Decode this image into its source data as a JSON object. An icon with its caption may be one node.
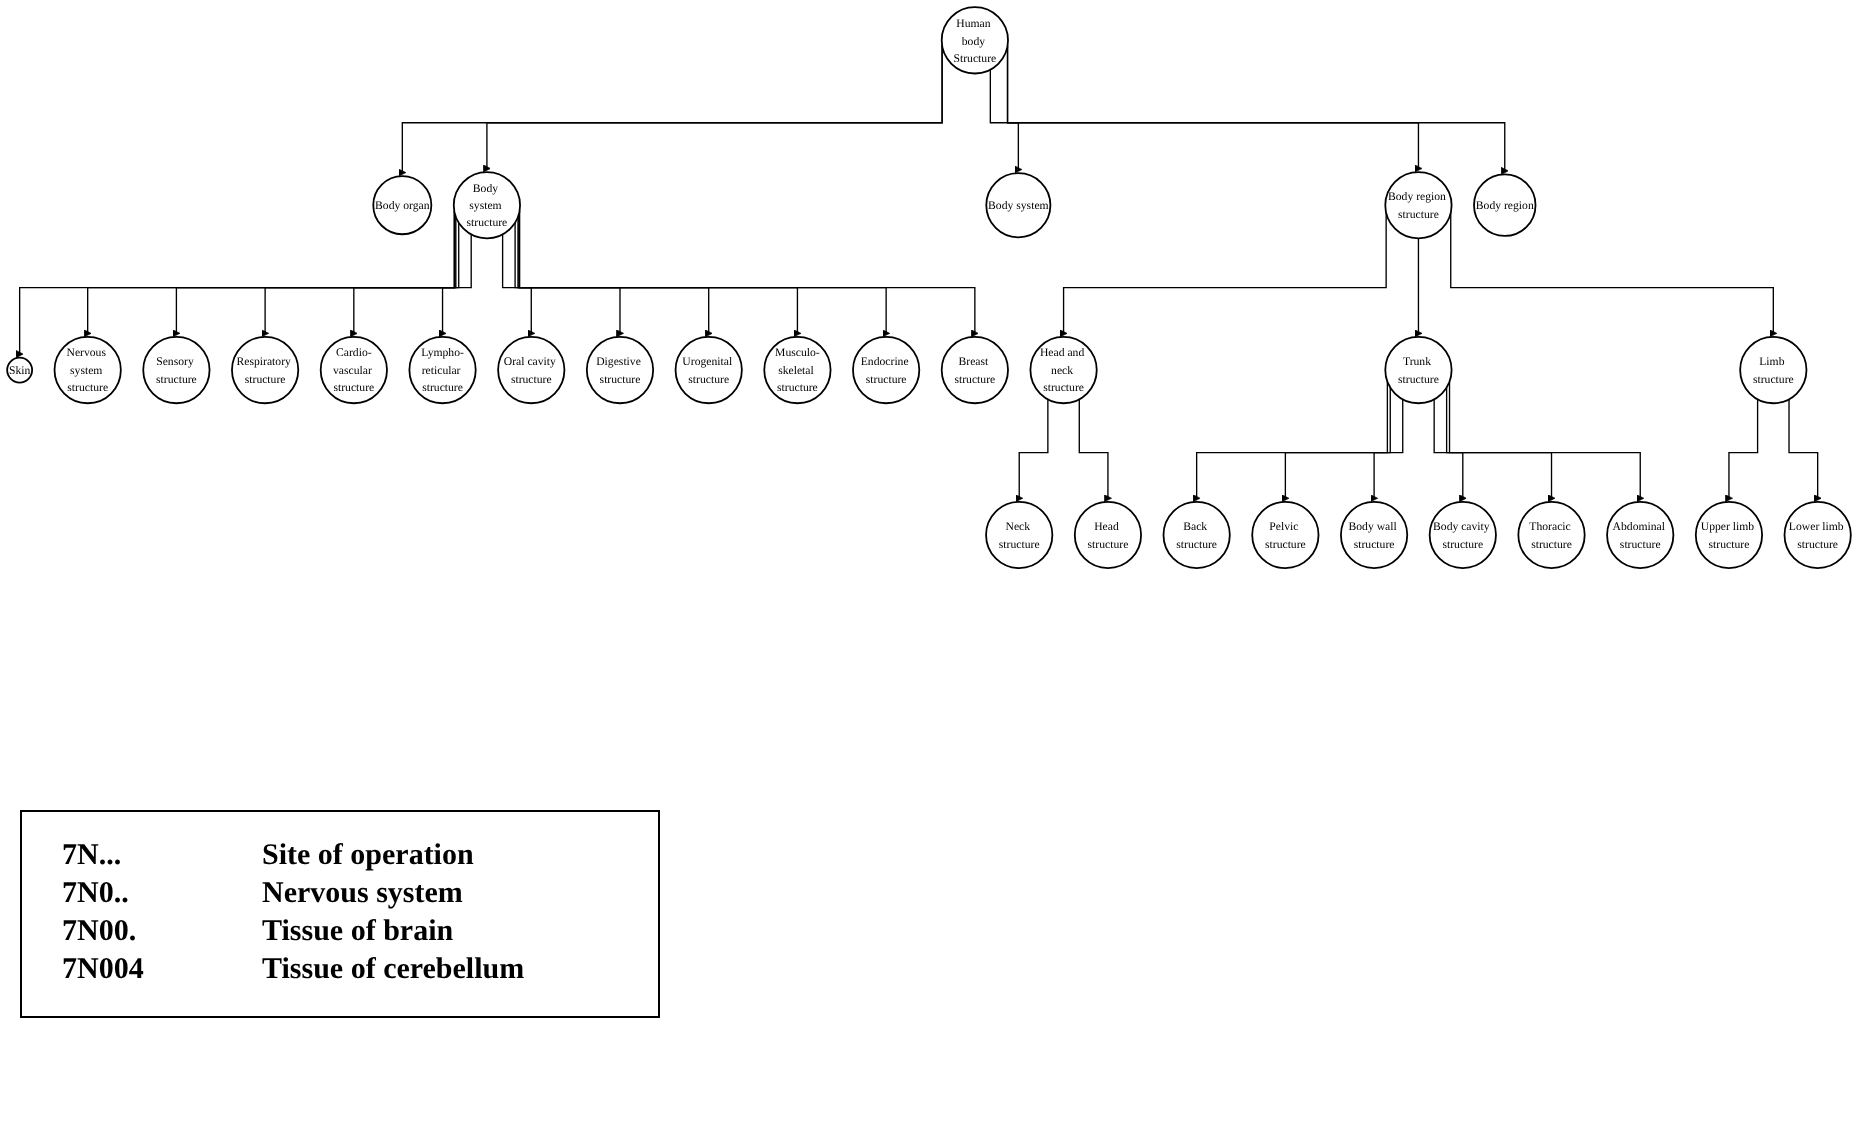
{
  "diagram": {
    "nodes": [
      {
        "text": [
          "Human body Structure"
        ]
      },
      {
        "text": [
          "Body organ"
        ]
      },
      {
        "text": [
          "Body system structure"
        ]
      },
      {
        "text": [
          "Body system"
        ]
      },
      {
        "text": [
          "Body region structure"
        ]
      },
      {
        "text": [
          "Body region"
        ]
      },
      {
        "text": [
          "Skin"
        ]
      },
      {
        "text": [
          "Nervous system structure"
        ]
      },
      {
        "text": [
          "Sensory structure"
        ]
      },
      {
        "text": [
          "Respiratory structure"
        ]
      },
      {
        "text": [
          "Cardio-vascular structure"
        ]
      },
      {
        "text": [
          "Lympho-reticular structure"
        ]
      },
      {
        "text": [
          "Oral cavity structure"
        ]
      },
      {
        "text": [
          "Digestive structure"
        ]
      },
      {
        "text": [
          "Urogenital structure"
        ]
      },
      {
        "text": [
          "Musculo-skeletal structure"
        ]
      },
      {
        "text": [
          "Endocrine structure"
        ]
      },
      {
        "text": [
          "Breast structure"
        ]
      },
      {
        "text": [
          "Head and neck structure"
        ]
      },
      {
        "text": [
          "Trunk structure"
        ]
      },
      {
        "text": [
          "Limb structure"
        ]
      },
      {
        "text": [
          "Neck structure"
        ]
      },
      {
        "text": [
          "Head structure"
        ]
      },
      {
        "text": [
          "Back structure"
        ]
      },
      {
        "text": [
          "Pelvic structure"
        ]
      },
      {
        "text": [
          "Body wall structure"
        ]
      },
      {
        "text": [
          "Body cavity structure"
        ]
      },
      {
        "text": [
          "Thoracic structure"
        ]
      },
      {
        "text": [
          "Abdominal structure"
        ]
      },
      {
        "text": [
          "Upper limb structure"
        ]
      },
      {
        "text": [
          "Lower limb structure"
        ]
      }
    ],
    "edges": [
      {
        "from": 0,
        "to": 1,
        "arrow": "to"
      },
      {
        "from": 0,
        "to": 2,
        "arrow": "to"
      },
      {
        "from": 0,
        "to": 3,
        "arrow": "to"
      },
      {
        "from": 0,
        "to": 4,
        "arrow": "to"
      },
      {
        "from": 0,
        "to": 5,
        "arrow": "to"
      },
      {
        "from": 2,
        "to": 6,
        "arrow": "to"
      },
      {
        "from": 2,
        "to": 7,
        "arrow": "to"
      },
      {
        "from": 2,
        "to": 8,
        "arrow": "to"
      },
      {
        "from": 2,
        "to": 9,
        "arrow": "to"
      },
      {
        "from": 2,
        "to": 10,
        "arrow": "to"
      },
      {
        "from": 2,
        "to": 11,
        "arrow": "to"
      },
      {
        "from": 2,
        "to": 12,
        "arrow": "to"
      },
      {
        "from": 2,
        "to": 13,
        "arrow": "to"
      },
      {
        "from": 2,
        "to": 14,
        "arrow": "to"
      },
      {
        "from": 2,
        "to": 15,
        "arrow": "to"
      },
      {
        "from": 2,
        "to": 16,
        "arrow": "to"
      },
      {
        "from": 2,
        "to": 17,
        "arrow": "to"
      },
      {
        "from": 4,
        "to": 18,
        "arrow": "to"
      },
      {
        "from": 4,
        "to": 19,
        "arrow": "to"
      },
      {
        "from": 4,
        "to": 20,
        "arrow": "to"
      },
      {
        "from": 18,
        "to": 21,
        "arrow": "to"
      },
      {
        "from": 18,
        "to": 22,
        "arrow": "to"
      },
      {
        "from": 19,
        "to": 23,
        "arrow": "to"
      },
      {
        "from": 19,
        "to": 24,
        "arrow": "to"
      },
      {
        "from": 19,
        "to": 25,
        "arrow": "to"
      },
      {
        "from": 19,
        "to": 26,
        "arrow": "to"
      },
      {
        "from": 19,
        "to": 27,
        "arrow": "to"
      },
      {
        "from": 19,
        "to": 28,
        "arrow": "to"
      },
      {
        "from": 20,
        "to": 29,
        "arrow": "to"
      },
      {
        "from": 20,
        "to": 30,
        "arrow": "to"
      }
    ],
    "labels": [
      "7N...",
      "Site of operation",
      "7N0..",
      "Nervous system",
      "7N00.",
      "Tissue of brain",
      "7N004",
      "Tissue of cerebellum"
    ]
  }
}
